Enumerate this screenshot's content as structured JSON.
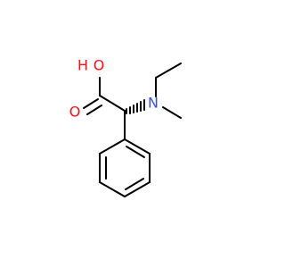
{
  "atoms": {
    "hydroxyl_h": {
      "text": "H",
      "color": "#ff0d0d"
    },
    "hydroxyl_o": {
      "text": "O",
      "color": "#ff0d0d"
    },
    "carbonyl_o": {
      "text": "O",
      "color": "#ff0d0d"
    },
    "amine_n": {
      "text": "N",
      "color": "#3050f8"
    }
  },
  "colors": {
    "bond": "#000000",
    "oxygen": "#ff0d0d",
    "nitrogen": "#3050f8",
    "background": "#ffffff"
  }
}
